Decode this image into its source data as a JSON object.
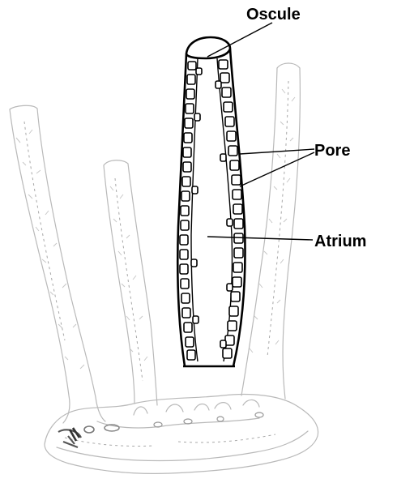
{
  "figure": {
    "labels": {
      "oscule": "Oscule",
      "pore": "Pore",
      "atrium": "Atrium"
    }
  },
  "colors": {
    "ink": "#000000",
    "sketch": "#b9b9b9",
    "background": "#ffffff"
  }
}
